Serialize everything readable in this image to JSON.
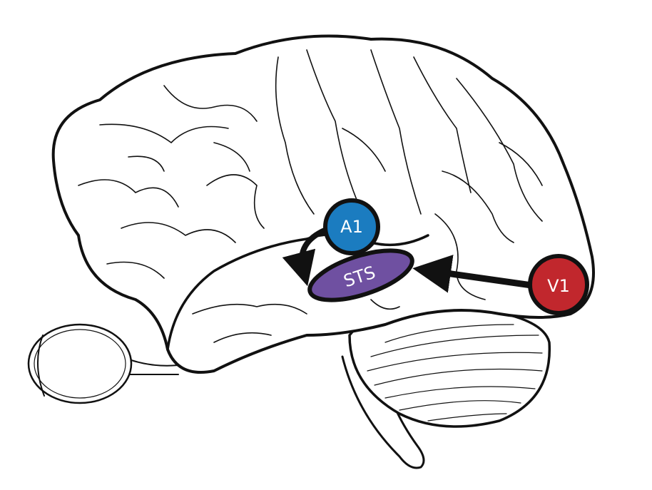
{
  "regions": {
    "a1": {
      "label": "A1",
      "color": "#1b7cc0"
    },
    "sts": {
      "label": "STS",
      "color": "#6f50a1"
    },
    "v1": {
      "label": "V1",
      "color": "#c1272d"
    }
  },
  "connections": [
    {
      "from": "A1",
      "to": "STS"
    },
    {
      "from": "V1",
      "to": "STS"
    }
  ]
}
